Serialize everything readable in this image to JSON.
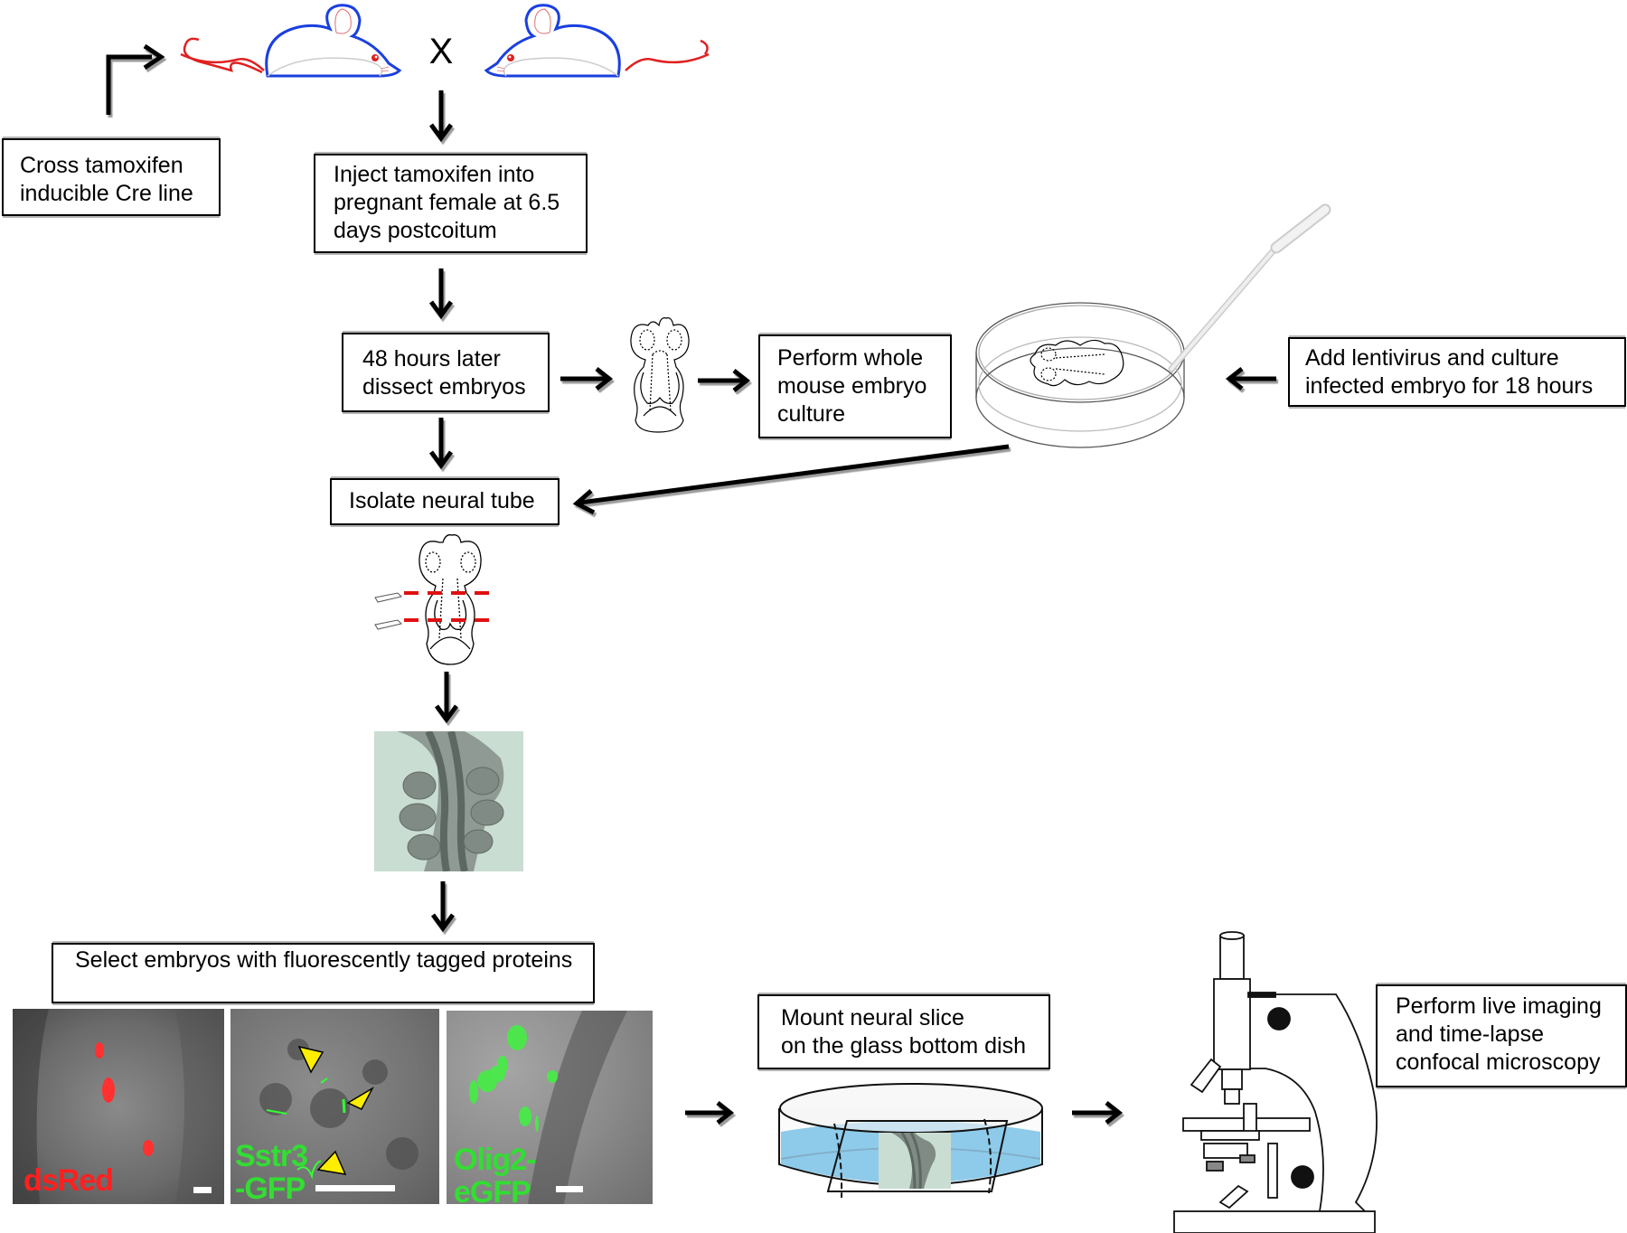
{
  "figure": {
    "cross_symbol": "X",
    "steps": {
      "cross": "Cross tamoxifen\ninducible Cre line",
      "inject": "Inject tamoxifen into\npregnant female at 6.5\ndays postcoitum",
      "dissect": "48 hours later\ndissect embryos",
      "culture": "Perform whole\nmouse embryo\nculture",
      "lentivirus": "Add lentivirus and culture\ninfected embryo for 18 hours",
      "isolate": "Isolate neural tube",
      "select": "Select embryos with fluorescently tagged proteins",
      "mount": "Mount neural slice\non the glass bottom dish",
      "imaging": "Perform live imaging\nand time-lapse\nconfocal microscopy"
    },
    "panels": [
      {
        "label": "dsRed",
        "color": "#ff2020"
      },
      {
        "label": "Sstr3\n-GFP",
        "color": "#33dd33"
      },
      {
        "label": "Olig2-\neGFP",
        "color": "#33dd33"
      }
    ],
    "colors": {
      "mouse_body": "#1a3fe0",
      "mouse_tail": "#e02020",
      "cut_line": "#e01010",
      "arrowhead_marker": "#ffee00",
      "medium": "#7fc3e6"
    }
  }
}
